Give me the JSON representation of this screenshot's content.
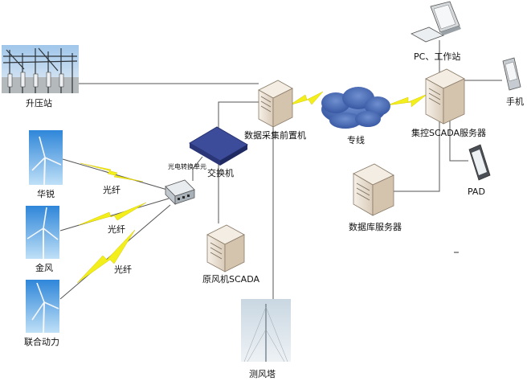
{
  "labels": {
    "substation": "升压站",
    "turbine_1": "华锐",
    "turbine_2": "金风",
    "turbine_3": "联合动力",
    "fiber_1": "光纤",
    "fiber_2": "光纤",
    "fiber_3": "光纤",
    "optical_converter": "光电转换单元",
    "switch": "交换机",
    "front_end": "数据采集前置机",
    "dedicated_line": "专线",
    "scada_server": "集控SCADA服务器",
    "pc_workstation": "PC、工作站",
    "phone": "手机",
    "pad": "PAD",
    "db_server": "数据库服务器",
    "turbine_scada": "原风机SCADA",
    "met_tower": "测风塔"
  },
  "colors": {
    "lightning": "#f2ef1c",
    "switch_blue": "#3c4c9a",
    "cloud_blue": "#3e62b0",
    "server_body": "#efe7dc",
    "sky_blue": "#5aa9e6"
  }
}
